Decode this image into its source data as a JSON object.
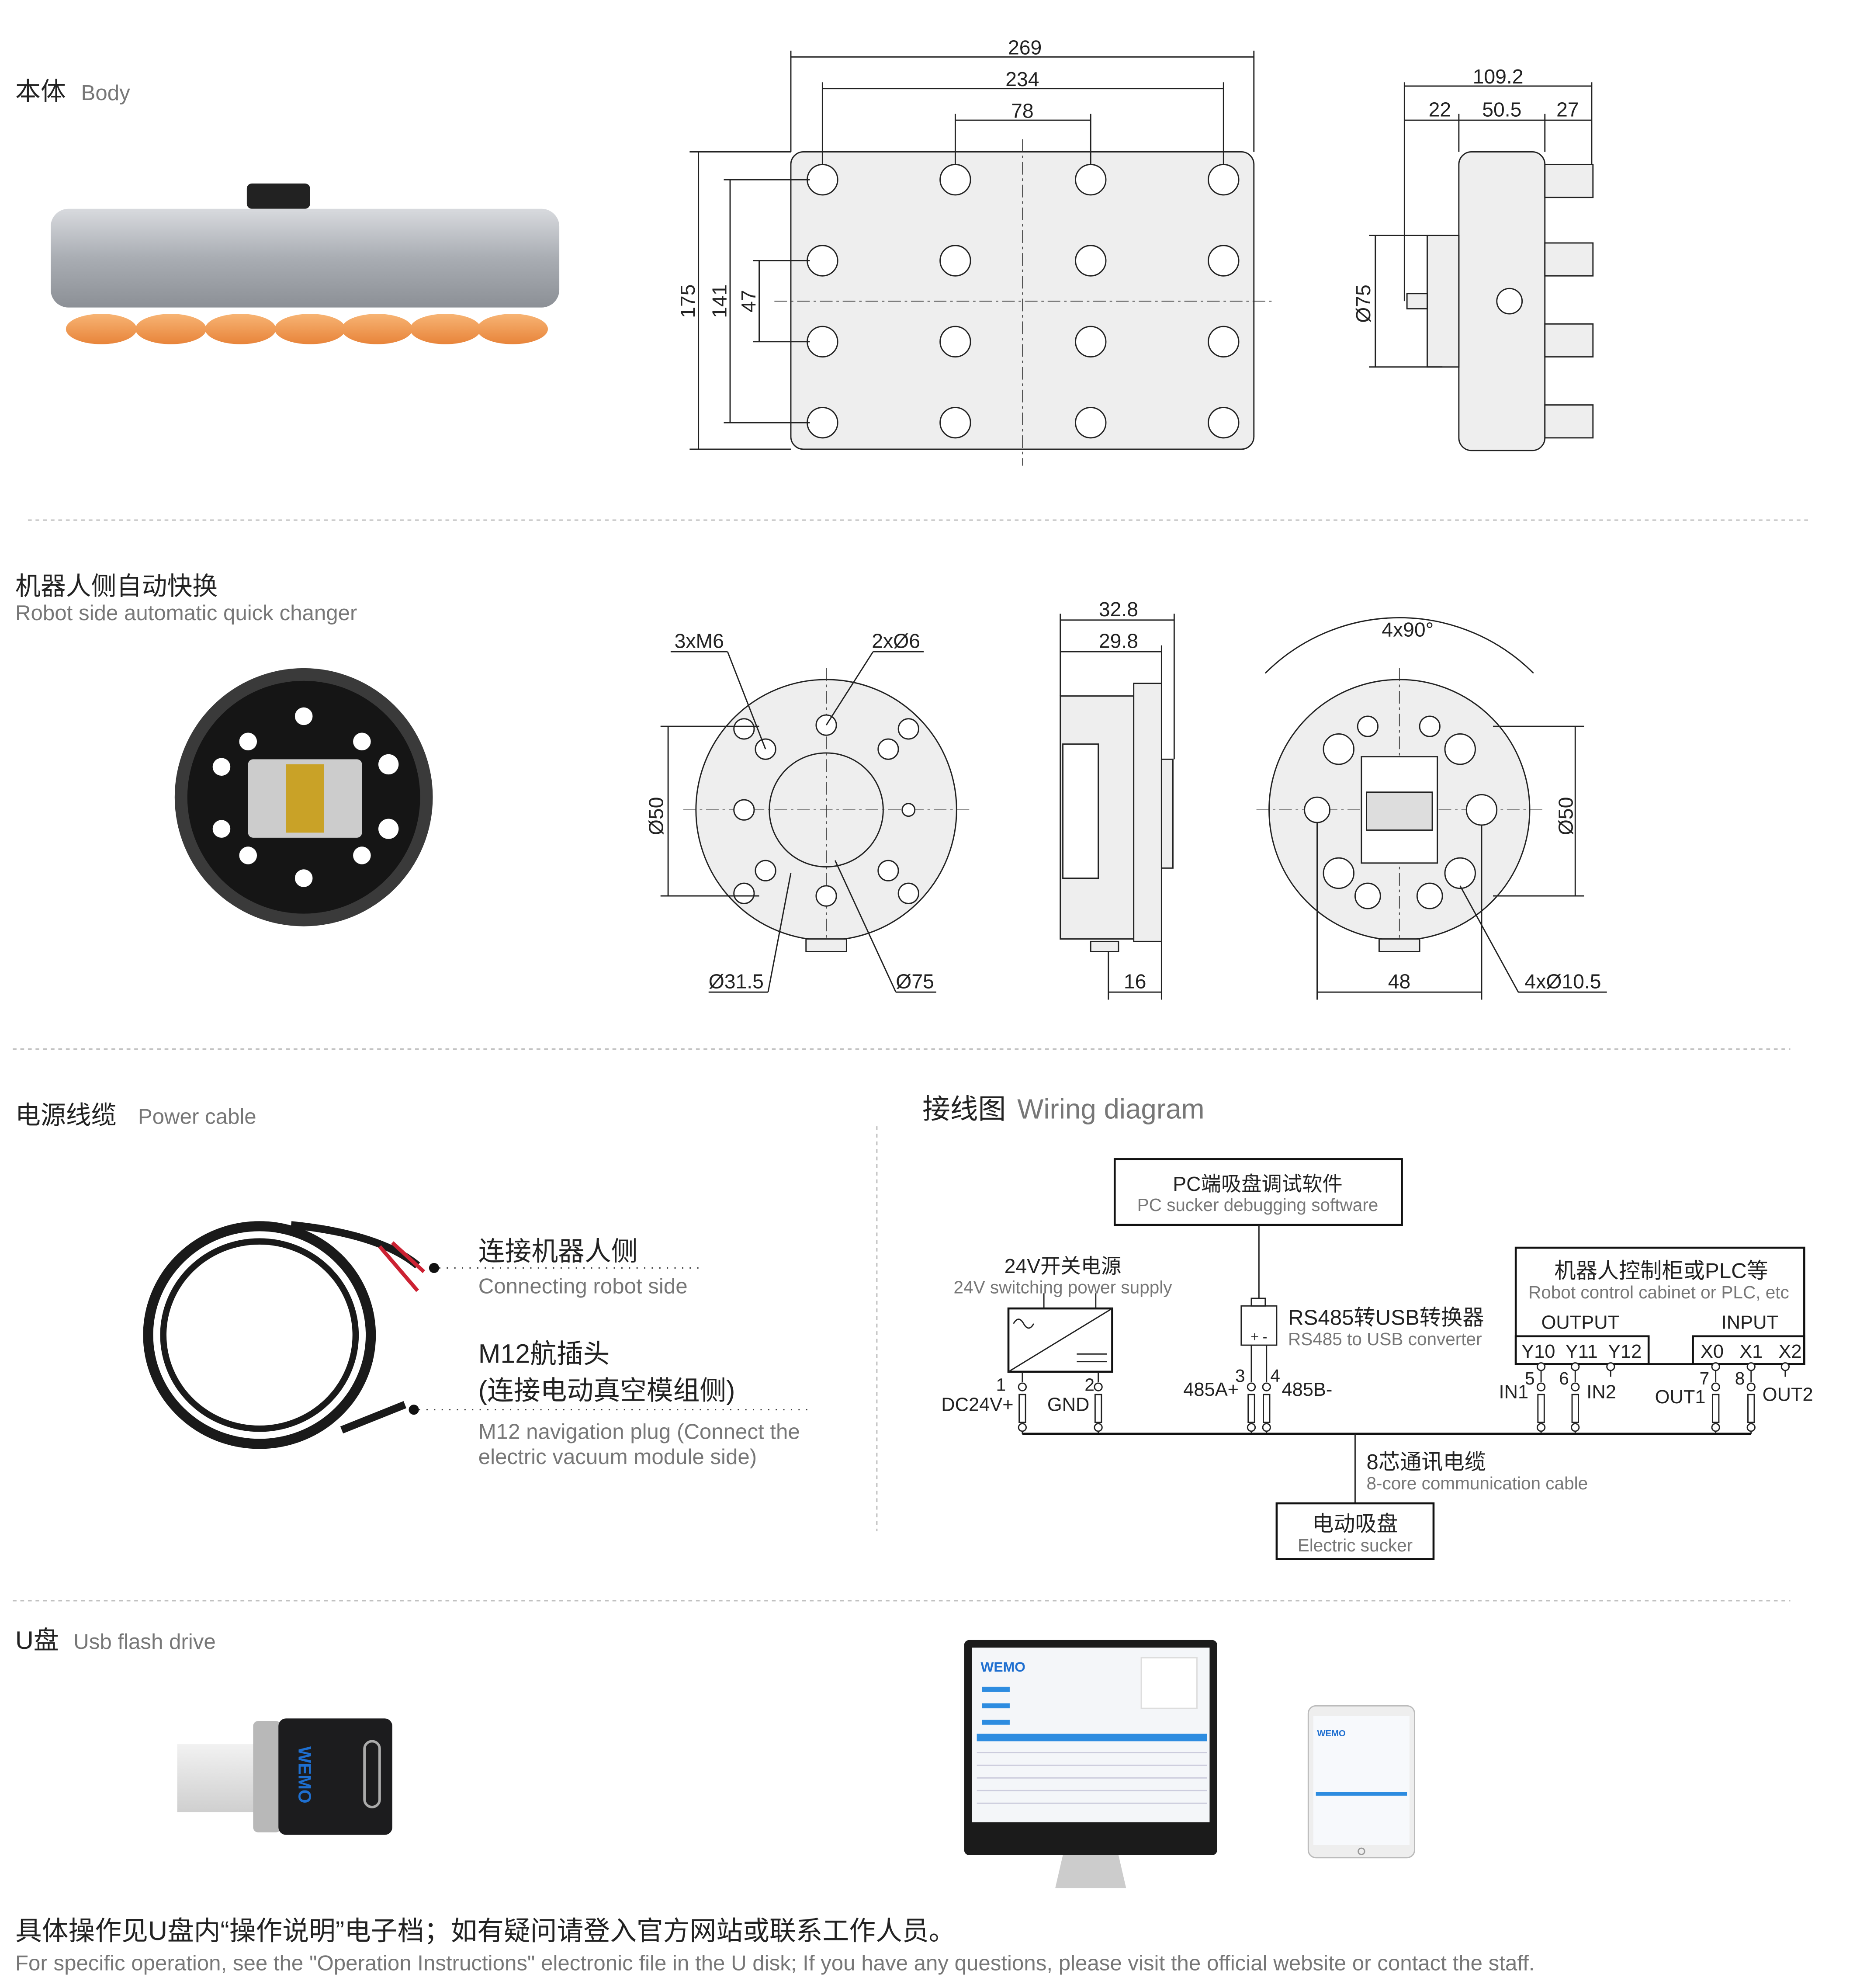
{
  "sections": {
    "body": {
      "zh": "本体",
      "en": "Body"
    },
    "quick_changer": {
      "zh": "机器人侧自动快换",
      "en": "Robot side automatic quick changer"
    },
    "power_cable": {
      "zh": "电源线缆",
      "en": "Power cable"
    },
    "wiring": {
      "zh": "接线图",
      "en": "Wiring diagram"
    },
    "usb": {
      "zh": "U盘",
      "en": "Usb flash drive"
    }
  },
  "body_dims": {
    "w269": "269",
    "w234": "234",
    "w78": "78",
    "h175": "175",
    "h141": "141",
    "h47": "47",
    "d109": "109.2",
    "d22": "22",
    "d50": "50.5",
    "d27": "27",
    "phi75": "Ø75"
  },
  "changer_dims": {
    "m6": "3xM6",
    "phi6": "2xØ6",
    "phi50a": "Ø50",
    "phi31": "Ø31.5",
    "phi75": "Ø75",
    "s32": "32.8",
    "s29": "29.8",
    "s16": "16",
    "ang": "4x90°",
    "phi50b": "Ø50",
    "d48": "48",
    "phi10": "4xØ10.5"
  },
  "cable": {
    "robot_zh": "连接机器人侧",
    "robot_en": "Connecting robot side",
    "m12_zh1": "M12航插头",
    "m12_zh2": "(连接电动真空模组侧)",
    "m12_en1": "M12 navigation plug (Connect the",
    "m12_en2": "electric vacuum module side)"
  },
  "wiring": {
    "pc_zh": "PC端吸盘调试软件",
    "pc_en": "PC sucker debugging software",
    "psu_zh": "24V开关电源",
    "psu_en": "24V switching power supply",
    "conv_zh": "RS485转USB转换器",
    "conv_en": "RS485 to USB converter",
    "conv_pm": "+ -",
    "ctrl_zh": "机器人控制柜或PLC等",
    "ctrl_en": "Robot control cabinet or PLC, etc",
    "output": "OUTPUT",
    "input": "INPUT",
    "ys": "Y10  Y11  Y12",
    "xs": "X0   X1   X2",
    "cable_zh": "8芯通讯电缆",
    "cable_en": "8-core communication cable",
    "sucker_zh": "电动吸盘",
    "sucker_en": "Electric sucker",
    "pins": [
      {
        "n": "1",
        "label": "DC24V+"
      },
      {
        "n": "2",
        "label": "GND"
      },
      {
        "n": "3",
        "label": "485A+"
      },
      {
        "n": "4",
        "label": "485B-"
      },
      {
        "n": "5",
        "label": "IN1"
      },
      {
        "n": "6",
        "label": "IN2"
      },
      {
        "n": "7",
        "label": "OUT1"
      },
      {
        "n": "8",
        "label": "OUT2"
      }
    ]
  },
  "usb_brand": "WEMO",
  "footer": {
    "zh": "具体操作见U盘内“操作说明”电子档；如有疑问请登入官方网站或联系工作人员。",
    "en": "For specific operation, see the \"Operation Instructions\" electronic file in the U disk; If you have any questions, please visit the official website or contact the staff."
  }
}
